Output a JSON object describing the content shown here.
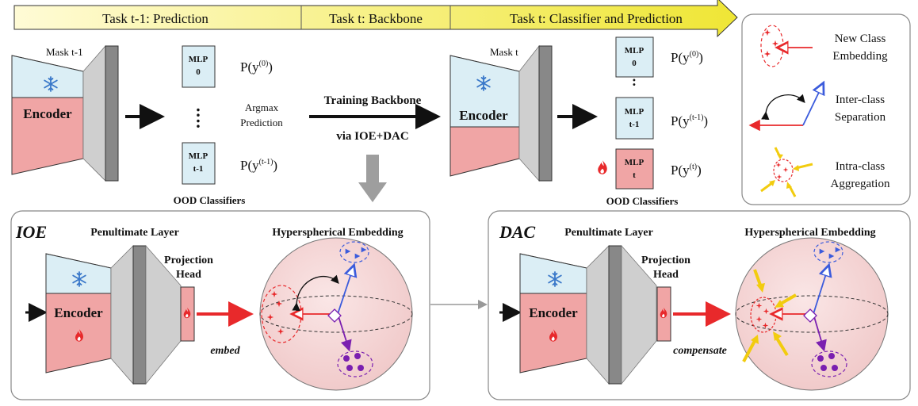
{
  "colors": {
    "encoder_top": "#dbeef5",
    "encoder_bottom": "#f0a5a5",
    "banner_start": "#fffbd6",
    "banner_end": "#efe635",
    "new_class": "#e8292b",
    "inter_class": "#3b5bdc",
    "old_class_purple": "#7a1fb0",
    "arrow_yellow": "#f2cc0f",
    "sphere_fill": "#f7dcdc"
  },
  "banner": {
    "task1": "Task t-1: Prediction",
    "task2": "Task t: Backbone",
    "task3": "Task t: Classifier and Prediction"
  },
  "top_left": {
    "mask_label": "Mask t-1",
    "encoder_label": "Encoder",
    "mlp_top": {
      "line1": "MLP",
      "line2": "0"
    },
    "mlp_bottom": {
      "line1": "MLP",
      "line2": "t-1"
    },
    "dots": ":",
    "prob_top": {
      "base": "P(y",
      "sup": "(0)",
      "close": ")"
    },
    "prob_bottom": {
      "base": "P(y",
      "sup": "(t-1)",
      "close": ")"
    },
    "argmax_line1": "Argmax",
    "argmax_line2": "Prediction",
    "ood_label": "OOD Classifiers"
  },
  "middle": {
    "line1": "Training Backbone",
    "line2": "via IOE+DAC"
  },
  "top_right": {
    "mask_label": "Mask t",
    "encoder_label": "Encoder",
    "mlp_top": {
      "line1": "MLP",
      "line2": "0"
    },
    "mlp_mid": {
      "line1": "MLP",
      "line2": "t-1"
    },
    "mlp_new": {
      "line1": "MLP",
      "line2": "t"
    },
    "dots": ":",
    "prob_top": {
      "base": "P(y",
      "sup": "(0)",
      "close": ")"
    },
    "prob_mid": {
      "base": "P(y",
      "sup": "(t-1)",
      "close": ")"
    },
    "prob_new": {
      "base": "P(y",
      "sup": "(t)",
      "close": ")"
    },
    "ood_label": "OOD Classifiers"
  },
  "legend": {
    "item1_line1": "New Class",
    "item1_line2": "Embedding",
    "item2_line1": "Inter-class",
    "item2_line2": "Separation",
    "item3_line1": "Intra-class",
    "item3_line2": "Aggregation"
  },
  "ioe": {
    "title": "IOE",
    "penultimate": "Penultimate Layer",
    "hyper": "Hyperspherical Embedding",
    "proj_line1": "Projection",
    "proj_line2": "Head",
    "encoder_label": "Encoder",
    "action": "embed"
  },
  "dac": {
    "title": "DAC",
    "penultimate": "Penultimate Layer",
    "hyper": "Hyperspherical Embedding",
    "proj_line1": "Projection",
    "proj_line2": "Head",
    "encoder_label": "Encoder",
    "action": "compensate"
  }
}
